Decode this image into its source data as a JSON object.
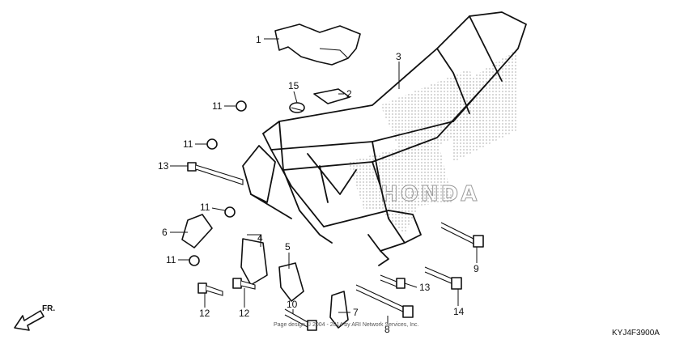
{
  "callouts": [
    {
      "id": "1",
      "label": "1"
    },
    {
      "id": "2",
      "label": "2"
    },
    {
      "id": "3",
      "label": "3"
    },
    {
      "id": "4",
      "label": "4"
    },
    {
      "id": "5",
      "label": "5"
    },
    {
      "id": "6",
      "label": "6"
    },
    {
      "id": "7",
      "label": "7"
    },
    {
      "id": "8",
      "label": "8"
    },
    {
      "id": "9",
      "label": "9"
    },
    {
      "id": "10",
      "label": "10"
    },
    {
      "id": "11a",
      "label": "11"
    },
    {
      "id": "11b",
      "label": "11"
    },
    {
      "id": "11c",
      "label": "11"
    },
    {
      "id": "11d",
      "label": "11"
    },
    {
      "id": "12a",
      "label": "12"
    },
    {
      "id": "12b",
      "label": "12"
    },
    {
      "id": "13a",
      "label": "13"
    },
    {
      "id": "13b",
      "label": "13"
    },
    {
      "id": "14",
      "label": "14"
    },
    {
      "id": "15",
      "label": "15"
    }
  ],
  "watermark": "HONDA",
  "direction_label": "FR.",
  "diagram_code": "KYJ4F3900A",
  "copyright_text": "Page design © 2004 - 2014 by ARI Network Services, Inc."
}
